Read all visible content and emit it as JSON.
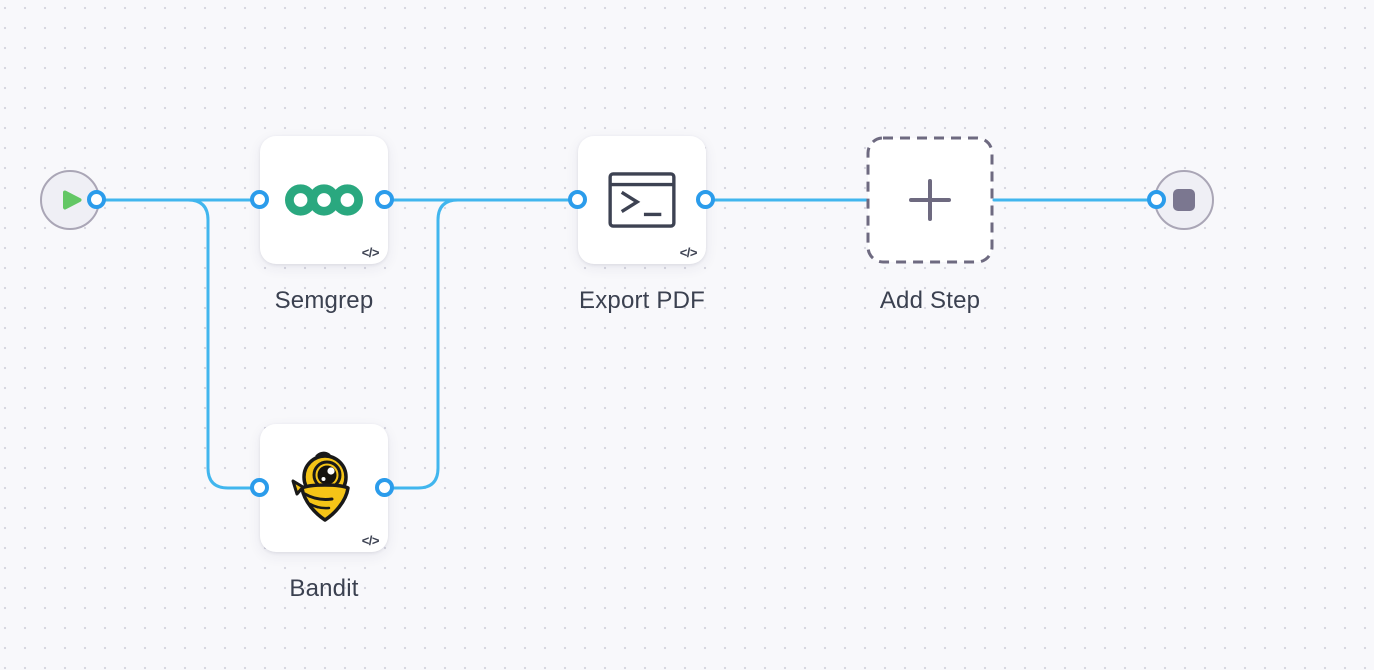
{
  "canvas": {
    "background_color": "#f8f8fb",
    "dot_color": "#d7d7e0",
    "edge_color": "#41b6ee",
    "connector_ring_color": "#2b9ceb"
  },
  "start_node": {
    "icon": "play-icon",
    "play_color": "#63c765",
    "circle_fill": "#efeff5",
    "circle_border": "#aaa6b6"
  },
  "end_node": {
    "icon": "stop-icon",
    "stop_color": "#7b7790",
    "circle_fill": "#efeff5",
    "circle_border": "#aaa6b6"
  },
  "nodes": [
    {
      "id": "semgrep",
      "label": "Semgrep",
      "icon": "semgrep-logo",
      "badge": "</>",
      "accent_color": "#2aa87f"
    },
    {
      "id": "bandit",
      "label": "Bandit",
      "icon": "bandit-logo",
      "badge": "</>",
      "accent_color": "#f5c417"
    },
    {
      "id": "export-pdf",
      "label": "Export PDF",
      "icon": "terminal-icon",
      "badge": "</>",
      "accent_color": "#3d4252"
    },
    {
      "id": "add-step",
      "label": "Add Step",
      "icon": "plus-icon",
      "style": "dashed",
      "accent_color": "#6e6a80"
    }
  ],
  "connections": [
    {
      "from": "start",
      "to": "semgrep"
    },
    {
      "from": "start",
      "to": "bandit"
    },
    {
      "from": "semgrep",
      "to": "export-pdf"
    },
    {
      "from": "bandit",
      "to": "export-pdf"
    },
    {
      "from": "export-pdf",
      "to": "add-step"
    },
    {
      "from": "add-step",
      "to": "end"
    }
  ]
}
